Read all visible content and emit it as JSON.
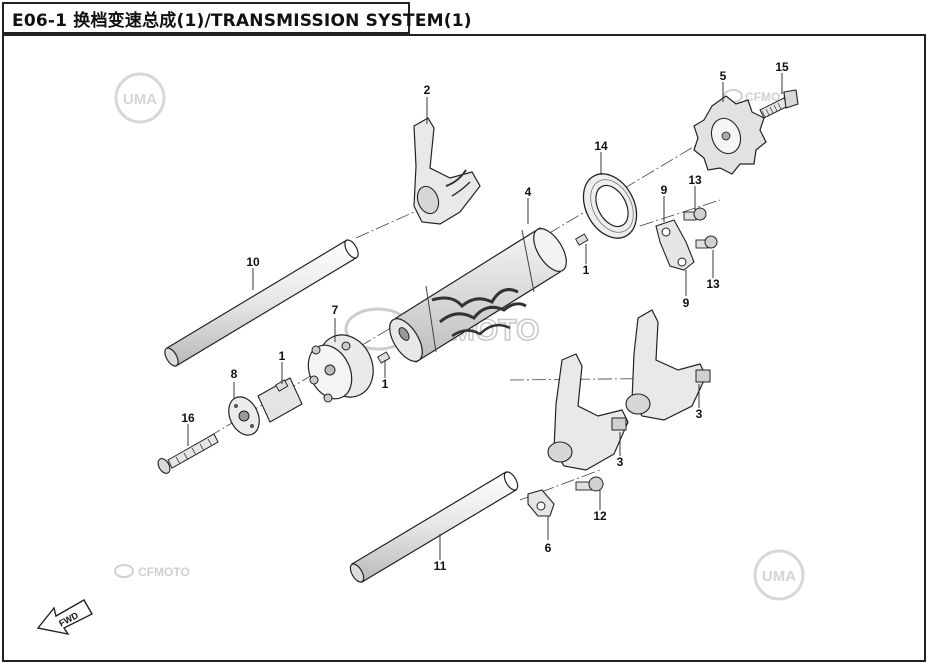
{
  "header": {
    "title": "E06-1  换档变速总成(1)/TRANSMISSION  SYSTEM(1)"
  },
  "watermarks": {
    "brand": "CFMOTO",
    "brand_big": "CFMOTO",
    "uma": "UMA"
  },
  "fwd_label": "FWD",
  "callouts": [
    "1",
    "1",
    "1",
    "2",
    "3",
    "3",
    "4",
    "5",
    "6",
    "7",
    "8",
    "9",
    "9",
    "10",
    "11",
    "12",
    "13",
    "13",
    "14",
    "15",
    "16"
  ],
  "colors": {
    "line": "#222222",
    "part_fill": "#f2f2f2",
    "watermark": "#c9c9c9"
  }
}
